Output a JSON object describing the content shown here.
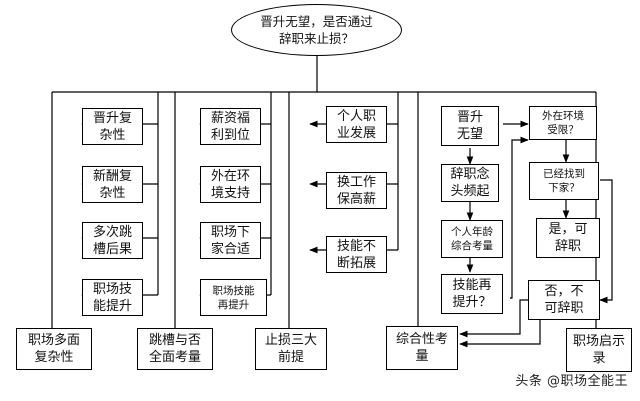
{
  "top_question": [
    "晋升无望，是否通过",
    "辞职来止损？"
  ],
  "col1": {
    "nodes": [
      "晋升复\n杂性",
      "新酬复\n杂性",
      "多次跳\n槽后果",
      "职场技\n能提升"
    ],
    "footer": "职场多面\n复杂性"
  },
  "col2": {
    "nodes": [
      "薪资福\n利到位",
      "外在环\n境支持",
      "职场下\n家合适",
      "职场技能\n再提升"
    ],
    "footer": "跳槽与否\n全面考量"
  },
  "col3": {
    "nodes": [
      "个人职\n业发展",
      "换工作\n保高薪",
      "技能不\n断拓展"
    ],
    "footer": "止损三大\n前提"
  },
  "col4": {
    "nodes": [
      "晋升\n无望",
      "辞职念\n头频起",
      "个人年龄\n综合考量",
      "技能再\n提升？"
    ],
    "footer": "综合性考\n量"
  },
  "col5": {
    "nodes": [
      "外在环境\n受限？",
      "已经找到\n下家？",
      "是，可\n辞职",
      "否，不\n可辞职"
    ],
    "footer": "职场启示\n录"
  },
  "watermark": "头条 @职场全能王"
}
